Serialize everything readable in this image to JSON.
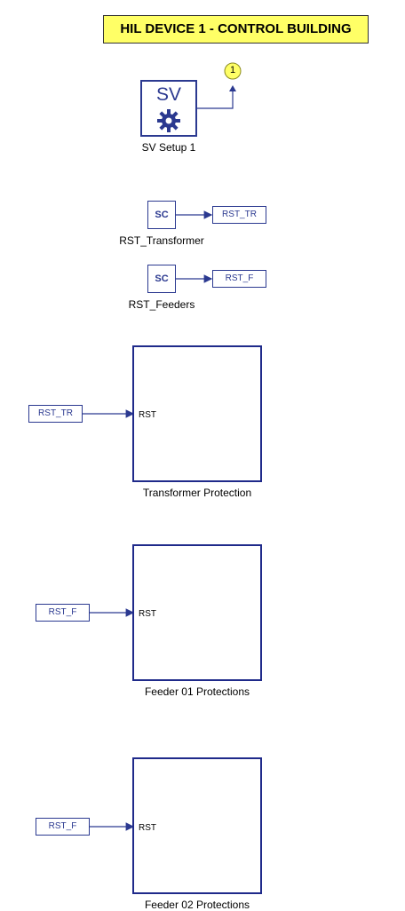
{
  "title": "HIL DEVICE 1 - CONTROL BUILDING",
  "sv_setup": {
    "icon_text": "SV",
    "label": "SV Setup 1",
    "output_marker": "1"
  },
  "sources": [
    {
      "block_text": "SC",
      "label": "RST_Transformer",
      "tag": "RST_TR"
    },
    {
      "block_text": "SC",
      "label": "RST_Feeders",
      "tag": "RST_F"
    }
  ],
  "subsystems": [
    {
      "label": "Transformer Protection",
      "input_tag": "RST_TR",
      "port": "RST"
    },
    {
      "label": "Feeder 01 Protections",
      "input_tag": "RST_F",
      "port": "RST"
    },
    {
      "label": "Feeder 02 Protections",
      "input_tag": "RST_F",
      "port": "RST"
    }
  ],
  "colors": {
    "block": "#2b3990",
    "title_bg": "#ffff66",
    "marker": "#ffff66"
  }
}
